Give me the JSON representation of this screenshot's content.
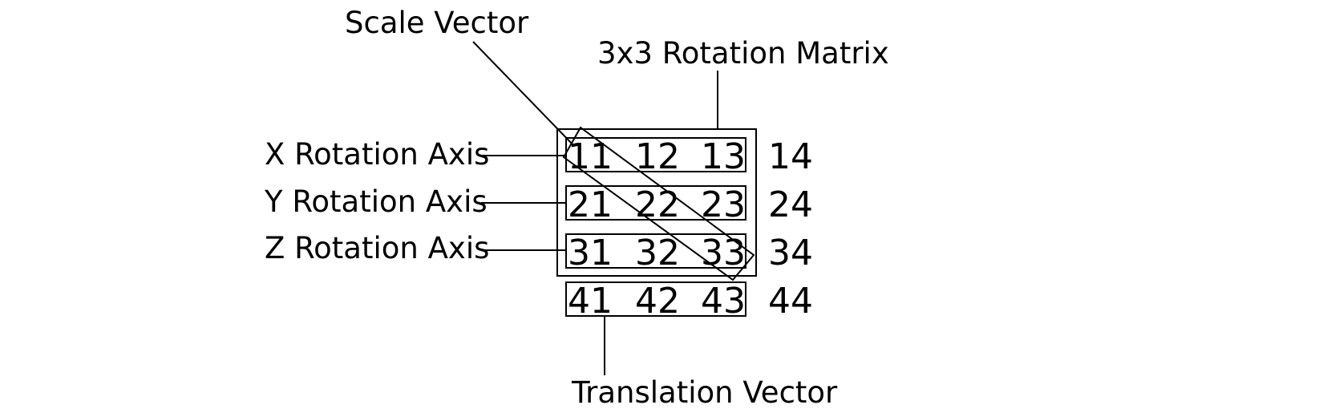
{
  "labels": {
    "scale_vector": "Scale Vector",
    "rotation_matrix": "3x3 Rotation Matrix",
    "x_axis": "X Rotation Axis",
    "y_axis": "Y Rotation Axis",
    "z_axis": "Z Rotation Axis",
    "translation_vector": "Translation Vector"
  },
  "matrix": {
    "rows": [
      [
        "11",
        "12",
        "13",
        "14"
      ],
      [
        "21",
        "22",
        "23",
        "24"
      ],
      [
        "31",
        "32",
        "33",
        "34"
      ],
      [
        "41",
        "42",
        "43",
        "44"
      ]
    ]
  }
}
